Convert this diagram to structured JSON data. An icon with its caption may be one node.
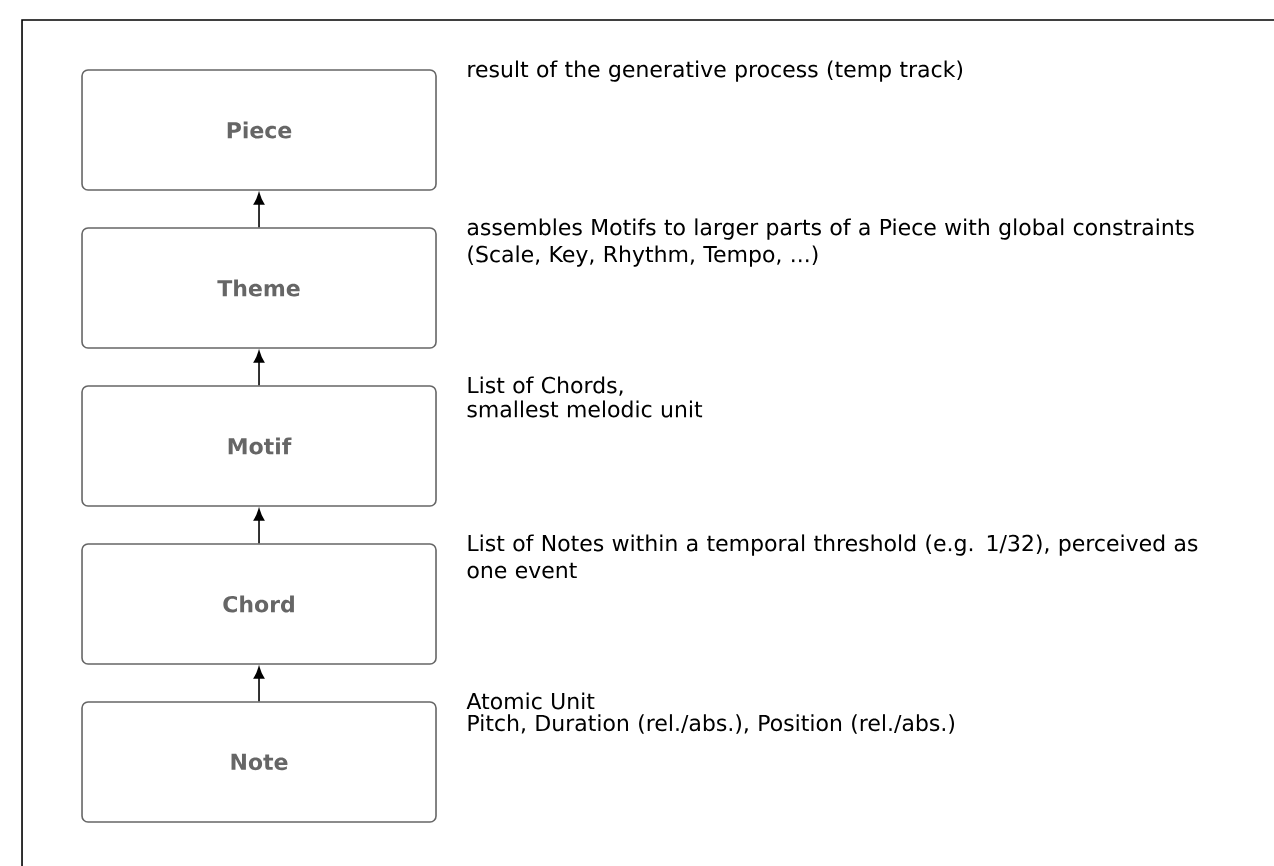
{
  "diagram": {
    "nodes": [
      {
        "text": [
          "Piece"
        ],
        "beside": [
          "result of the generative process (temp track)"
        ]
      },
      {
        "text": [
          "Theme"
        ],
        "beside": [
          "assembles Motifs to larger parts of a Piece with global constraints (Scale, Key, Rhythm, Tempo, ...)"
        ]
      },
      {
        "text": [
          "Motif"
        ],
        "beside": [
          "List of Chords,",
          "smallest melodic unit"
        ]
      },
      {
        "text": [
          "Chord"
        ],
        "beside": [
          "List of Notes within a temporal threshold (e.g. 1/32), perceived as one event"
        ]
      },
      {
        "text": [
          "Note"
        ],
        "beside": [
          "Atomic Unit",
          "Pitch, Duration (rel./abs.), Position (rel./abs.)"
        ]
      }
    ],
    "edges": [
      {
        "from": 1,
        "to": 0,
        "arrow": "to"
      },
      {
        "from": 2,
        "to": 1,
        "arrow": "to"
      },
      {
        "from": 3,
        "to": 2,
        "arrow": "to"
      },
      {
        "from": 4,
        "to": 3,
        "arrow": "to"
      }
    ]
  }
}
